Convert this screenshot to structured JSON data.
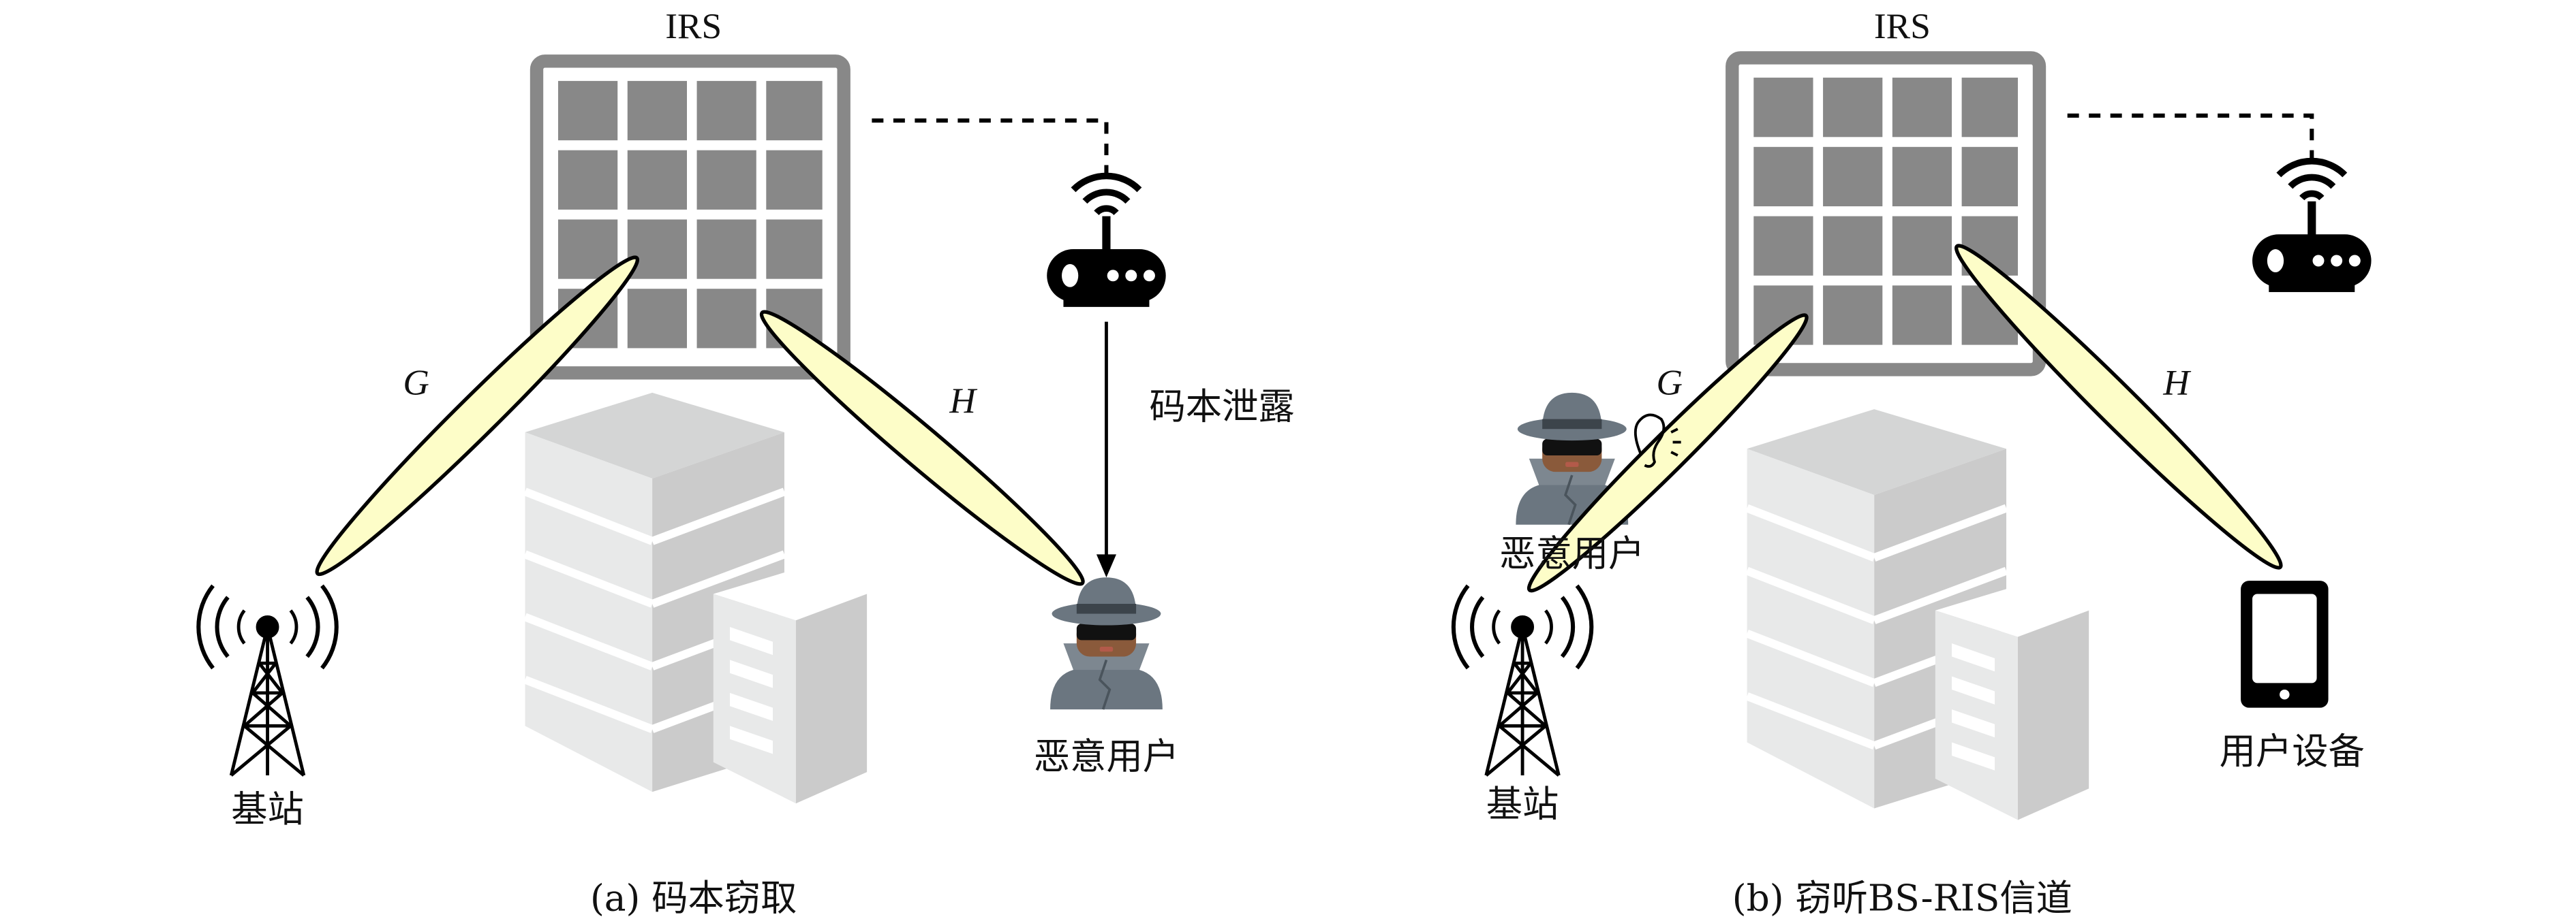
{
  "panel_a": {
    "irs_label": "IRS",
    "channel_g": "G",
    "channel_h": "H",
    "leak_label": "码本泄露",
    "base_station_label": "基站",
    "malicious_user_label": "恶意用户",
    "caption": "(a) 码本窃取"
  },
  "panel_b": {
    "irs_label": "IRS",
    "channel_g": "G",
    "channel_h": "H",
    "malicious_user_label": "恶意用户",
    "base_station_label": "基站",
    "user_device_label": "用户设备",
    "caption": "(b) 窃听BS-RIS信道"
  },
  "colors": {
    "irs_gray": "#888888",
    "beam_fill": "#fdfdc8",
    "building_light": "#e8e9e9",
    "building_dark": "#cbcbcb",
    "spy_gray": "#6b7680",
    "spy_skin": "#8a5a3b"
  },
  "icons": [
    "irs-panel-icon",
    "router-icon",
    "base-station-tower-icon",
    "spy-icon",
    "building-icon",
    "smartphone-icon",
    "ear-icon"
  ]
}
